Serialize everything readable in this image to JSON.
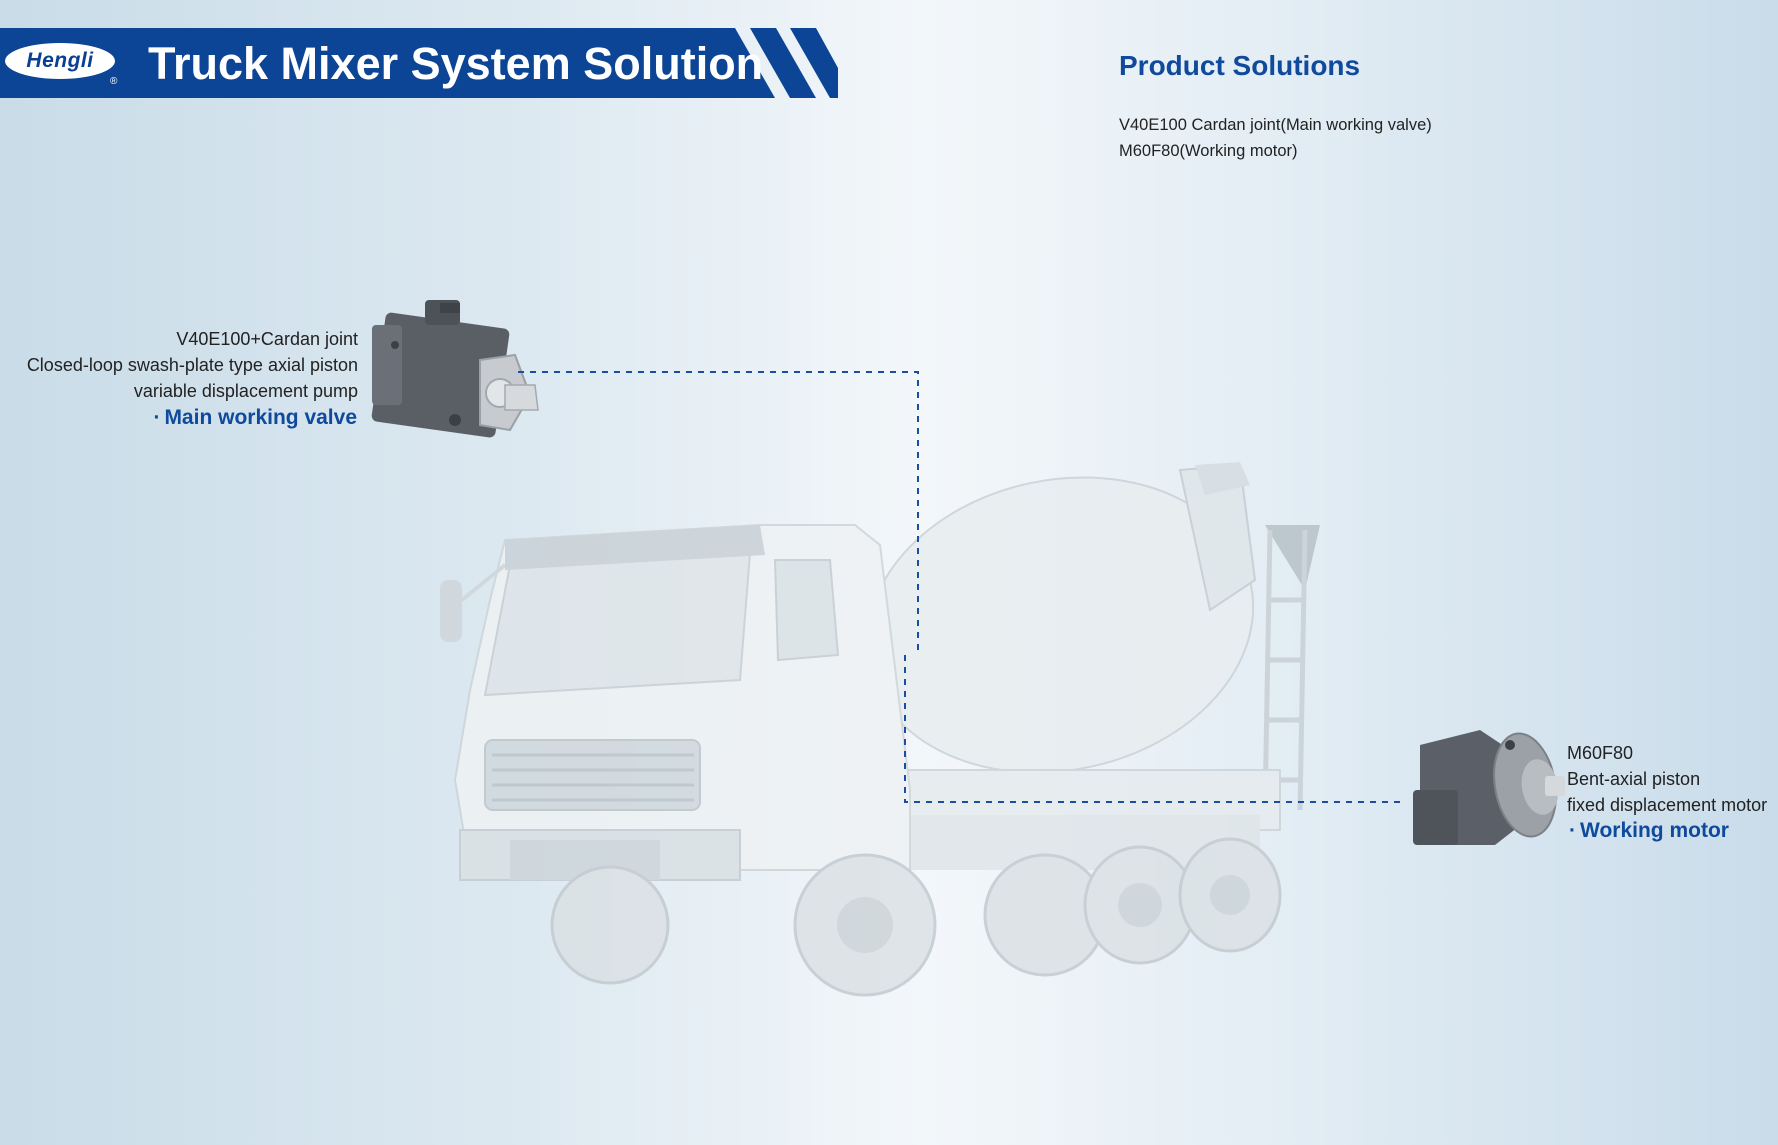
{
  "header": {
    "logo_text": "Hengli",
    "logo_registered": "®",
    "title": "Truck Mixer System Solution"
  },
  "product_solutions": {
    "heading": "Product Solutions",
    "items": [
      "V40E100 Cardan joint(Main working valve)",
      "M60F80(Working motor)"
    ]
  },
  "pump_callout": {
    "model": "V40E100+Cardan joint",
    "desc_line1": "Closed-loop swash-plate type axial piston",
    "desc_line2": "variable displacement pump",
    "role_bullet": "·",
    "role": "Main working valve"
  },
  "motor_callout": {
    "model": "M60F80",
    "desc_line1": "Bent-axial piston",
    "desc_line2": "fixed displacement motor",
    "role_bullet": "·",
    "role": "Working motor"
  },
  "colors": {
    "brand_blue": "#0f4a9c",
    "banner_blue": "#0c4595",
    "text_dark": "#222222"
  },
  "icons": {
    "truck": "truck-mixer-illustration",
    "pump": "piston-pump-illustration",
    "motor": "piston-motor-illustration"
  }
}
